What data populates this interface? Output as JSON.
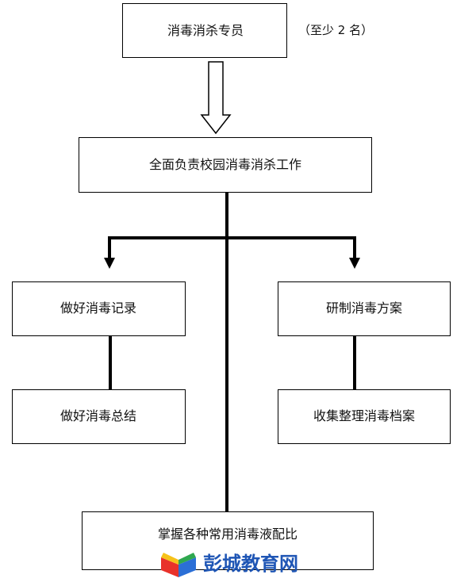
{
  "diagram": {
    "nodes": {
      "top": "消毒消杀专员",
      "main": "全面负责校园消毒消杀工作",
      "left1": "做好消毒记录",
      "left2": "做好消毒总结",
      "right1": "研制消毒方案",
      "right2": "收集整理消毒档案",
      "bottom": "掌握各种常用消毒液配比"
    },
    "note": "（至少 2 名）"
  },
  "watermark": {
    "text": "彭城教育网",
    "colors": {
      "text": "#1f56b5",
      "book_red": "#e8322b",
      "book_yellow": "#f6c21a",
      "book_green": "#2fa84f",
      "book_blue": "#2b6fd6"
    }
  },
  "style": {
    "line_color": "#000000",
    "border_color": "#000000"
  }
}
